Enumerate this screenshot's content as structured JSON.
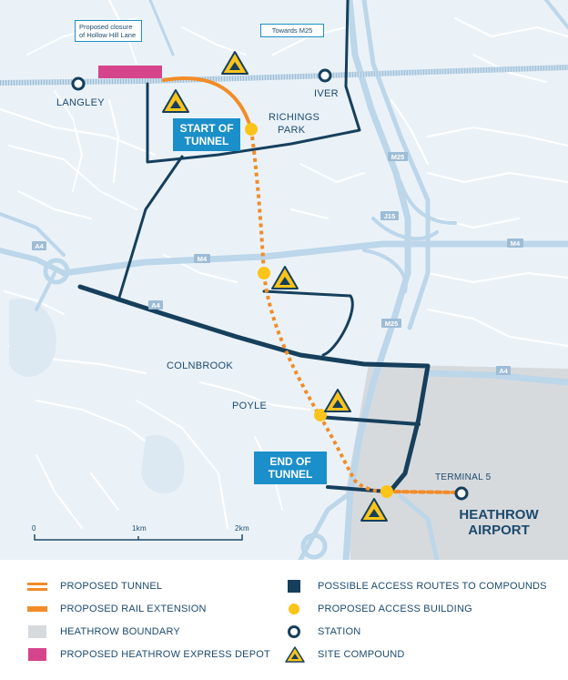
{
  "colors": {
    "background": "#eaf2f8",
    "minor_roads": "#ffffff",
    "major_roads": "#bcd6ea",
    "railway": "#c7dceb",
    "access_routes": "#163f5c",
    "tunnel": "#f28c28",
    "access_building": "#fcc419",
    "heathrow_boundary": "#d7dadd",
    "depot": "#d6458c",
    "site_compound": "#fcc419",
    "callout": "#1b8fc9",
    "label_text": "#1c4a6e"
  },
  "map": {
    "places": {
      "langley": "LANGLEY",
      "iver": "IVER",
      "richings_park": "RICHINGS\nPARK",
      "colnbrook": "COLNBROOK",
      "poyle": "POYLE",
      "terminal_5": "TERMINAL 5"
    },
    "roads": {
      "a4_west": "A4",
      "m4_west": "M4",
      "m4_east": "M4",
      "m25_north": "M25",
      "j15": "J15",
      "m25_south": "M25",
      "a4_central": "A4",
      "a4_east": "A4"
    },
    "callouts": {
      "start_of_tunnel": "START OF TUNNEL",
      "end_of_tunnel": "END OF TUNNEL",
      "closure_note": "Proposed closure of Hollow Hill Lane",
      "towards_m25": "Towards M25"
    },
    "airport_label": "HEATHROW AIRPORT",
    "scale": {
      "labels": [
        "0",
        "1km",
        "2km"
      ]
    },
    "icons": {
      "site_compound": "site-compound-icon",
      "station": "station-icon",
      "access_building": "access-building-icon"
    }
  },
  "legend": {
    "items": [
      {
        "key": "tunnel",
        "label": "PROPOSED TUNNEL"
      },
      {
        "key": "rail_extension",
        "label": "PROPOSED RAIL EXTENSION"
      },
      {
        "key": "heathrow_boundary",
        "label": "HEATHROW BOUNDARY"
      },
      {
        "key": "depot",
        "label": "PROPOSED HEATHROW EXPRESS DEPOT"
      },
      {
        "key": "access_routes",
        "label": "POSSIBLE ACCESS ROUTES TO COMPOUNDS"
      },
      {
        "key": "access_building",
        "label": "PROPOSED ACCESS BUILDING"
      },
      {
        "key": "station",
        "label": "STATION"
      },
      {
        "key": "site_compound",
        "label": "SITE COMPOUND"
      }
    ]
  }
}
